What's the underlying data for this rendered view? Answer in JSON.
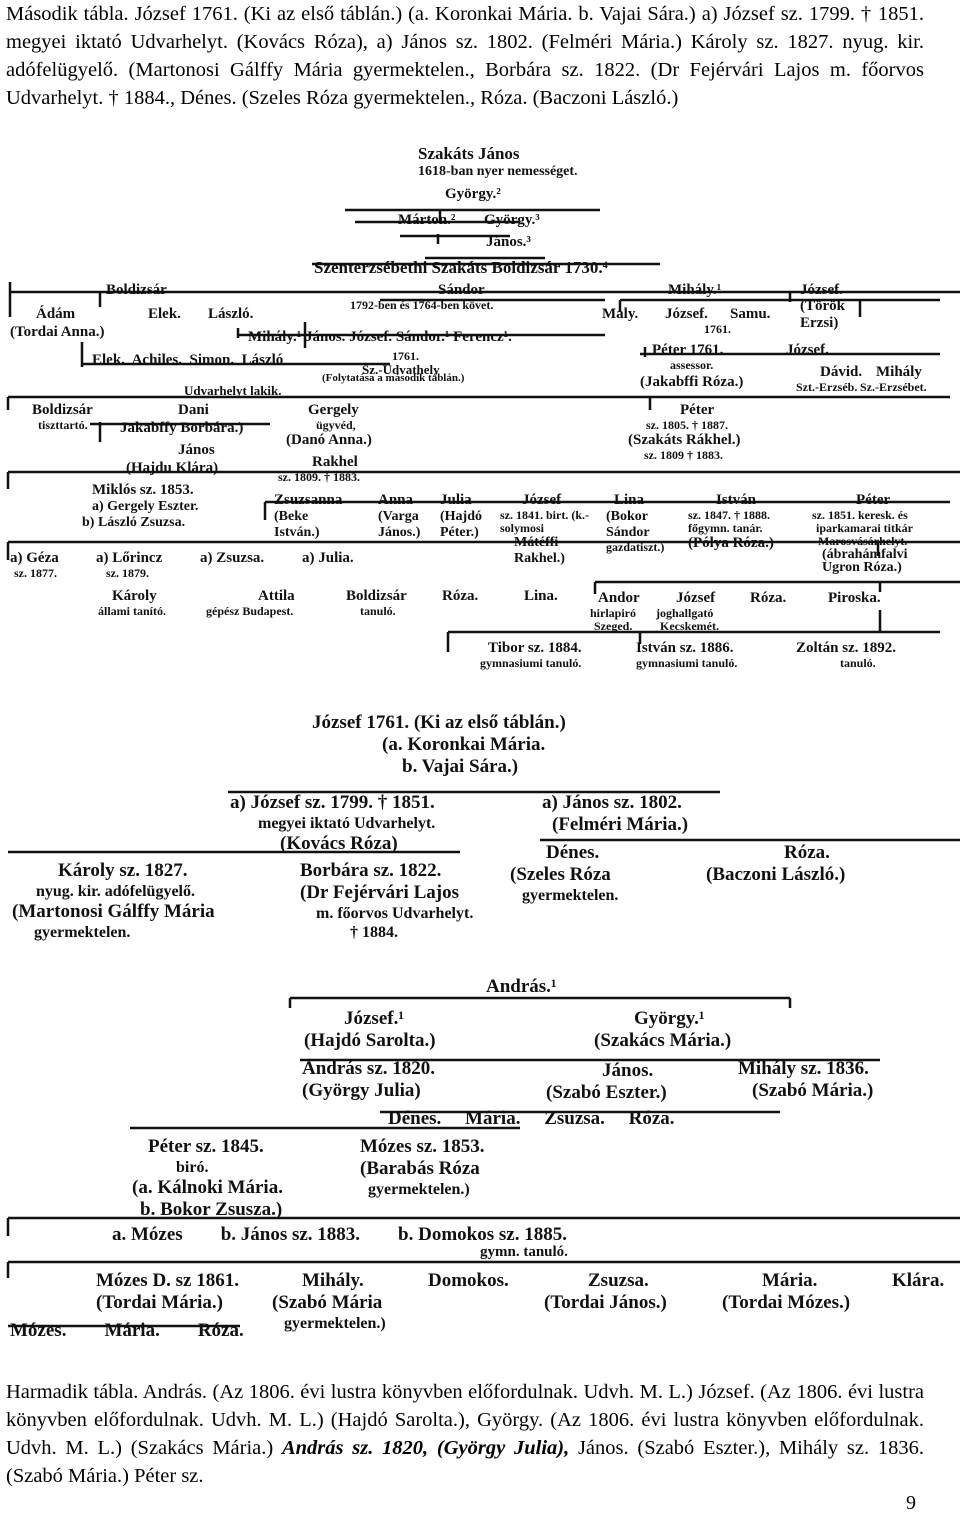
{
  "text": {
    "top_paragraph": "Második tábla. József 1761. (Ki az első táblán.) (a. Koronkai Mária. b. Vajai Sára.) a) József sz. 1799. † 1851. megyei iktató Udvarhelyt. (Kovács Róza), a) János sz. 1802. (Felméri Mária.) Károly sz. 1827. nyug. kir. adófelügyelő. (Martonosi Gálffy Mária gyermektelen., Borbára sz. 1822. (Dr Fejérvári Lajos m. főorvos Udvarhelyt. † 1884., Dénes. (Szeles Róza gyermektelen., Róza. (Baczoni László.)",
    "bottom_paragraph_a": "Harmadik tábla. András. (Az 1806. évi lustra könyvben előfordulnak. Udvh. M. L.) József. (Az 1806. évi lustra könyvben előfordulnak. Udvh. M. L.) (Hajdó Sarolta.), György. (Az 1806. évi lustra könyvben előfordulnak. Udvh. M. L.) (Szakács Mária.) ",
    "bottom_paragraph_emph": "András sz. 1820, (György Julia),",
    "bottom_paragraph_b": " János. (Szabó Eszter.), Mihály sz. 1836. (Szabó Mária.) Péter sz.",
    "page_number": "9"
  },
  "tree1": {
    "root": {
      "name": "Szakáts János",
      "note": "1618-ban nyer nemességet."
    },
    "gen2": "György.²",
    "gen3a": "Márton.²",
    "gen3b": "György.³",
    "gen4": "János.³",
    "gen5": "Szenterzsébethi Szakáts Boldizsár 1730.⁴",
    "boldizsar": "Boldizsár",
    "adam": {
      "name": "Ádám",
      "spouse": "(Tordai Anna.)"
    },
    "elek": "Elek.",
    "laszlo": "László.",
    "sandor": {
      "name": "Sándor",
      "note": "1792-ben és 1764-ben követ."
    },
    "sandor_kids": "Mihály.¹  János.  József.  Sándor.¹  Ferencz¹.",
    "mihaly1": "Mihály.¹",
    "jozsef1": {
      "name": "József.",
      "spouse": "(Török Erzsi)"
    },
    "maly": "Maly.",
    "jozsef2": "József.",
    "samu": {
      "name": "Samu.",
      "note": "1761."
    },
    "peter1761": {
      "name": "Péter 1761.",
      "note": "assessor.",
      "spouse": "(Jakabffi Róza.)"
    },
    "jozsef3": "József.",
    "david": {
      "name": "Dávid.",
      "note": "Szt.-Erzséb."
    },
    "mihaly2": {
      "name": "Mihály",
      "note": "Sz.-Erzsébet."
    },
    "elek_row": "Elek.  Achiles.  Simon.  László",
    "szudv": {
      "name": "Sz.-Udvathely",
      "note": "1761."
    },
    "udvarhelyt": "Udvarhelyt lakik.",
    "folyt": "(Folytatása a második táblán.)",
    "boldizsar2": {
      "name": "Boldizsár",
      "note": "tiszttartó."
    },
    "dani": {
      "name": "Dani",
      "spouse": "Jakabffy Borbára.)"
    },
    "gergely": {
      "name": "Gergely",
      "note": "ügyvéd,",
      "spouse": "(Danó Anna.)"
    },
    "rakhel": {
      "name": "Rakhel",
      "note": "sz. 1809. † 1883."
    },
    "janos2": {
      "name": "János",
      "spouse": "(Hajdu Klára)"
    },
    "peter2": {
      "name": "Péter",
      "note": "sz. 1805. † 1887.",
      "spouse": "(Szakáts Rákhel.)",
      "note2": "sz. 1809 † 1883."
    },
    "miklos": {
      "name": "Miklós sz. 1853.",
      "a": "a) Gergely Eszter.",
      "b": "b) László Zsuzsa."
    },
    "zsuzsanna": {
      "name": "Zsuzsanna",
      "spouse": "(Beke István.)"
    },
    "anna": {
      "name": "Anna",
      "spouse": "(Varga János.)"
    },
    "julia": {
      "name": "Julia",
      "spouse": "(Hajdó Péter.)"
    },
    "jozsef4": {
      "name": "József",
      "note": "sz. 1841. birt. (k.-solymosi",
      "spouse": "Mátéffi Rakhel.)"
    },
    "lina": {
      "name": "Lina",
      "spouse": "(Bokor Sándor",
      "note": "gazdatiszt.)"
    },
    "istvan": {
      "name": "István",
      "note": "sz. 1847. † 1888.",
      "note2": "főgymn. tanár.",
      "spouse": "(Pólya Róza.)"
    },
    "peter3": {
      "name": "Péter",
      "note": "sz. 1851. keresk. és",
      "note2": "iparkamarai titkár",
      "note3": "Marosvásárhelyt.",
      "spouse": "(ábrahámfalvi",
      "spouse2": "Ugron Róza.)"
    },
    "geza": {
      "name": "a) Géza",
      "note": "sz. 1877."
    },
    "lorincz": {
      "name": "a) Lőrincz",
      "note": "sz. 1879."
    },
    "zsuzsa": "a) Zsuzsa.",
    "julia2": "a) Julia.",
    "karoly": {
      "name": "Károly",
      "note": "állami tanító."
    },
    "attila": {
      "name": "Attila",
      "note": "gépész Budapest."
    },
    "boldizsar3": {
      "name": "Boldizsár",
      "note": "tanuló."
    },
    "roza": "Róza.",
    "lina2": "Lina.",
    "andor": {
      "name": "Andor",
      "note": "hirlapiró",
      "note2": "Szeged."
    },
    "jozsef5": {
      "name": "József",
      "note": "joghallgató",
      "note2": "Kecskemét."
    },
    "roza2": "Róza.",
    "piroska": "Piroska.",
    "tibor": {
      "name": "Tibor sz. 1884.",
      "note": "gymnasiumi tanuló."
    },
    "istvan2": {
      "name": "István sz. 1886.",
      "note": "gymnasiumi tanuló."
    },
    "zoltan": {
      "name": "Zoltán sz. 1892.",
      "note": "tanuló."
    }
  },
  "tree2": {
    "root": {
      "name": "József 1761. (Ki az első táblán.)",
      "a": "(a. Koronkai Mária.",
      "b": "b. Vajai Sára.)"
    },
    "jozsef": {
      "name": "a) József sz. 1799. † 1851.",
      "note": "megyei iktató Udvarhelyt.",
      "spouse": "(Kovács Róza)"
    },
    "janos": {
      "name": "a) János sz. 1802.",
      "spouse": "(Felméri Mária.)"
    },
    "karoly": {
      "name": "Károly sz. 1827.",
      "note": "nyug. kir. adófelügyelő.",
      "spouse": "(Martonosi Gálffy Mária",
      "note2": "gyermektelen."
    },
    "borbara": {
      "name": "Borbára sz. 1822.",
      "spouse": "(Dr Fejérvári Lajos",
      "note": "m. főorvos Udvarhelyt.",
      "note2": "† 1884."
    },
    "denes": {
      "name": "Dénes.",
      "spouse": "(Szeles Róza",
      "note": "gyermektelen."
    },
    "roza": {
      "name": "Róza.",
      "spouse": "(Baczoni László.)"
    }
  },
  "tree3": {
    "root": "András.¹",
    "jozsef": {
      "name": "József.¹",
      "spouse": "(Hajdó Sarolta.)"
    },
    "gyorgy": {
      "name": "György.¹",
      "spouse": "(Szakács Mária.)"
    },
    "andras": {
      "name": "András sz. 1820.",
      "spouse": "(György Julia)"
    },
    "janos": {
      "name": "János.",
      "spouse": "(Szabó Eszter.)"
    },
    "mihaly": {
      "name": "Mihály sz. 1836.",
      "spouse": "(Szabó Mária.)"
    },
    "kids1": "Dénes.     Mária.     Zsuzsa.     Róza.",
    "peter": {
      "name": "Péter sz. 1845.",
      "note": "biró.",
      "a": "(a. Kálnoki Mária.",
      "b": "b. Bokor Zsusza.)"
    },
    "mozes": {
      "name": "Mózes sz. 1853.",
      "spouse": "(Barabás Róza",
      "note": "gyermektelen.)"
    },
    "row3": "a. Mózes        b. János sz. 1883.        b. Domokos sz. 1885.",
    "gymn": "gymn. tanuló.",
    "mozesd": {
      "name": "Mózes D. sz 1861.",
      "spouse": "(Tordai Mária.)"
    },
    "mihaly2": {
      "name": "Mihály.",
      "spouse": "(Szabó Mária",
      "note": "gyermektelen.)"
    },
    "domokos": "Domokos.",
    "zsuzsa": {
      "name": "Zsuzsa.",
      "spouse": "(Tordai János.)"
    },
    "maria": {
      "name": "Mária.",
      "spouse": "(Tordai Mózes.)"
    },
    "klara": "Klára.",
    "row5": "Mózes.        Mária.        Róza."
  }
}
